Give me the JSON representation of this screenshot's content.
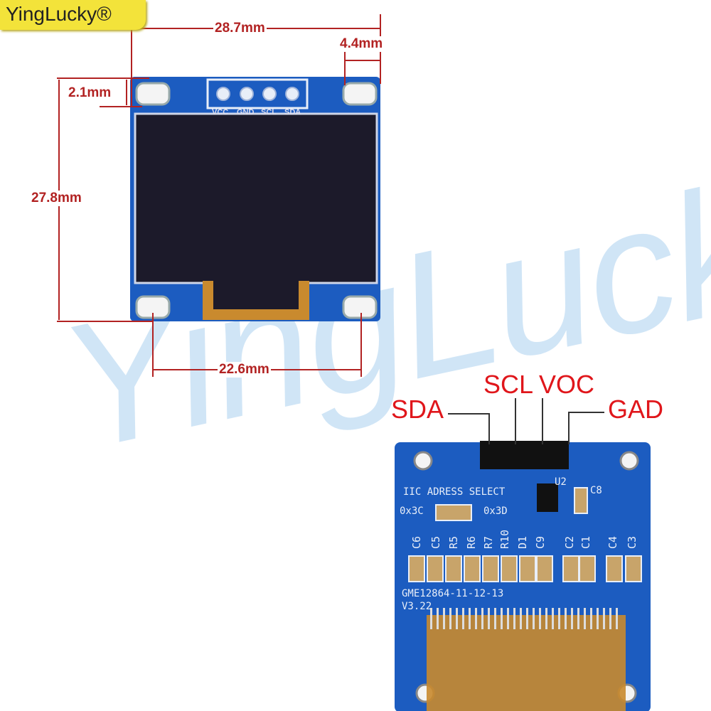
{
  "brand": {
    "logo_text": "YingLucky®",
    "watermark": "YingLucky"
  },
  "dimensions": {
    "width": "28.7mm",
    "hole_offset_x": "4.4mm",
    "hole_offset_y": "2.1mm",
    "height": "27.8mm",
    "hole_spacing": "22.6mm"
  },
  "front_pins": [
    "VCC",
    "GND",
    "SCL",
    "SDA"
  ],
  "back_pin_labels": {
    "sda": "SDA",
    "scl": "SCL",
    "voc": "VOC",
    "gad": "GAD"
  },
  "back_silkscreen": {
    "address_title": "IIC ADRESS SELECT",
    "addr_a": "0x3C",
    "addr_b": "0x3D",
    "u2": "U2",
    "c8": "C8",
    "components": [
      "C6",
      "C5",
      "R5",
      "R6",
      "R7",
      "R10",
      "D1",
      "C9",
      "C2",
      "C1",
      "C4",
      "C3"
    ],
    "model": "GME12864-11-12-13",
    "version": "V3.22"
  },
  "colors": {
    "pcb": "#1c5cc0",
    "dimension": "#b22222",
    "pin_label": "#e0161b",
    "screen": "#1c1a2a",
    "flex": "#c98a2e"
  }
}
